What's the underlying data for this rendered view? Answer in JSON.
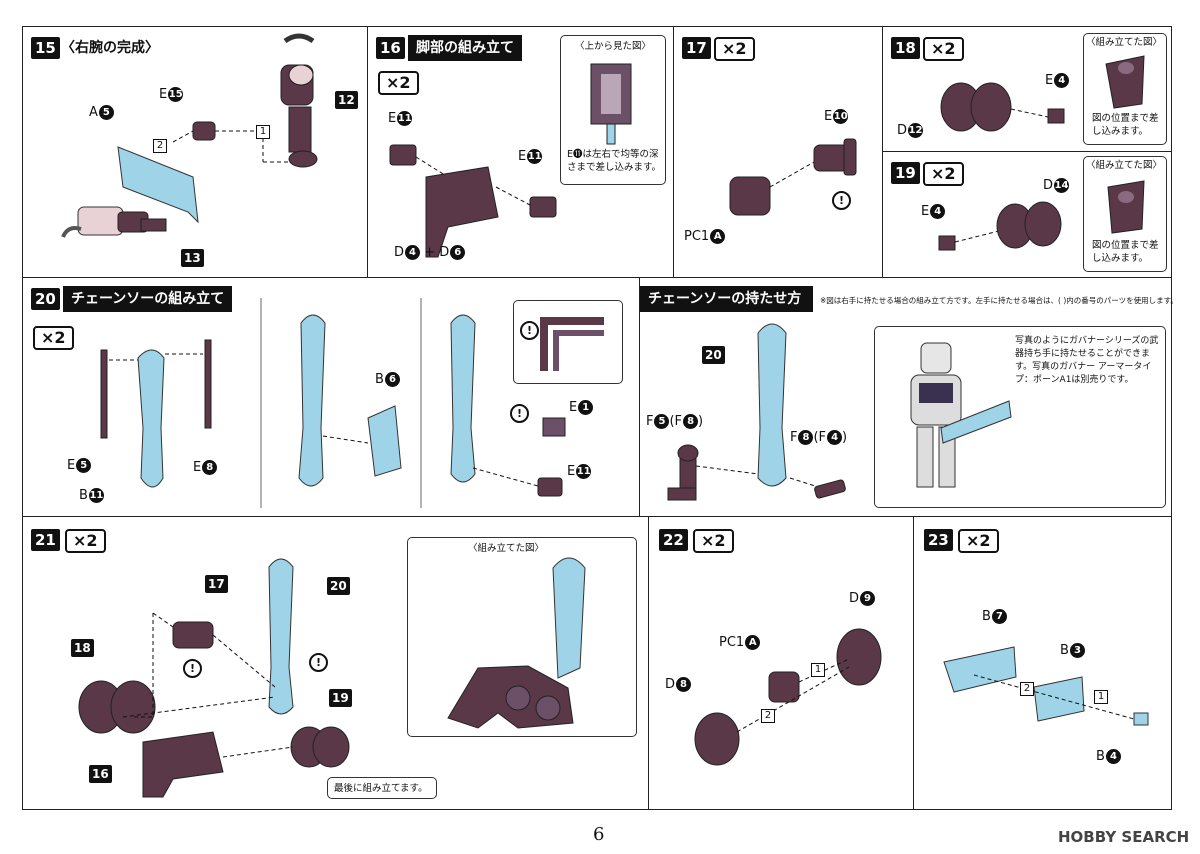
{
  "page": {
    "number": "6",
    "watermark": "HOBBY SEARCH"
  },
  "steps": {
    "s15": {
      "num": "15",
      "title": "〈右腕の完成〉",
      "labels": {
        "a5": "A",
        "a5n": "5",
        "e15": "E",
        "e15n": "15",
        "p12": "12",
        "p13": "13",
        "seq1": "1",
        "seq2": "2"
      }
    },
    "s16": {
      "num": "16",
      "title": "脚部の組み立て",
      "mult": "×2",
      "callout_title": "〈上から見た図〉",
      "callout_note": "E⓫は左右で均等の深さまで差し込みます。",
      "labels": {
        "e11a": "E",
        "e11an": "11",
        "e11b": "E",
        "e11bn": "11",
        "d": "D",
        "dn": "4",
        "plus": "+",
        "d2": "D",
        "d2n": "6"
      }
    },
    "s17": {
      "num": "17",
      "mult": "×2",
      "labels": {
        "e10": "E",
        "e10n": "10",
        "pc1": "PC1",
        "pc1n": "A"
      }
    },
    "s18": {
      "num": "18",
      "mult": "×2",
      "callout_title": "〈組み立てた図〉",
      "callout_note": "図の位置まで差し込みます。",
      "labels": {
        "e4": "E",
        "e4n": "4",
        "d12": "D",
        "d12n": "12"
      }
    },
    "s19": {
      "num": "19",
      "mult": "×2",
      "callout_title": "〈組み立てた図〉",
      "callout_note": "図の位置まで差し込みます。",
      "labels": {
        "d14": "D",
        "d14n": "14",
        "e4": "E",
        "e4n": "4"
      }
    },
    "s20": {
      "num": "20",
      "title": "チェーンソーの組み立て",
      "mult": "×2",
      "labels": {
        "e5": "E",
        "e5n": "5",
        "e8": "E",
        "e8n": "8",
        "b11": "B",
        "b11n": "11",
        "b6": "B",
        "b6n": "6",
        "e1": "E",
        "e1n": "1",
        "e11": "E",
        "e11n": "11"
      }
    },
    "hold": {
      "title": "チェーンソーの持たせ方",
      "note": "※図は右手に持たせる場合の組み立て方です。左手に持たせる場合は、( )内の番号のパーツを使用します。",
      "labels": {
        "p20": "20",
        "f5": "F",
        "f5n": "5",
        "f8paren": "(F",
        "f8n": "8",
        "close1": ")",
        "f8": "F",
        "f8bn": "8",
        "f4paren": "(F",
        "f4n": "4",
        "close2": ")"
      },
      "photo_note": "写真のようにガバナーシリーズの武器持ち手に持たせることができます。写真のガバナー アーマータイプ：ポーンA1は別売りです。"
    },
    "s21": {
      "num": "21",
      "mult": "×2",
      "callout_title": "〈組み立てた図〉",
      "bottom_note": "最後に組み立てます。",
      "labels": {
        "p17": "17",
        "p18": "18",
        "p16": "16",
        "p19": "19",
        "p20": "20"
      }
    },
    "s22": {
      "num": "22",
      "mult": "×2",
      "labels": {
        "d9": "D",
        "d9n": "9",
        "pc1": "PC1",
        "pc1n": "A",
        "d8": "D",
        "d8n": "8",
        "seq1": "1",
        "seq2": "2"
      }
    },
    "s23": {
      "num": "23",
      "mult": "×2",
      "labels": {
        "b7": "B",
        "b7n": "7",
        "b3": "B",
        "b3n": "3",
        "b4": "B",
        "b4n": "4",
        "seq1": "1",
        "seq2": "2"
      }
    }
  },
  "colors": {
    "purple": "#5a3848",
    "lightblue": "#9ed3e8",
    "pink": "#e8d2d6",
    "black": "#111111"
  }
}
